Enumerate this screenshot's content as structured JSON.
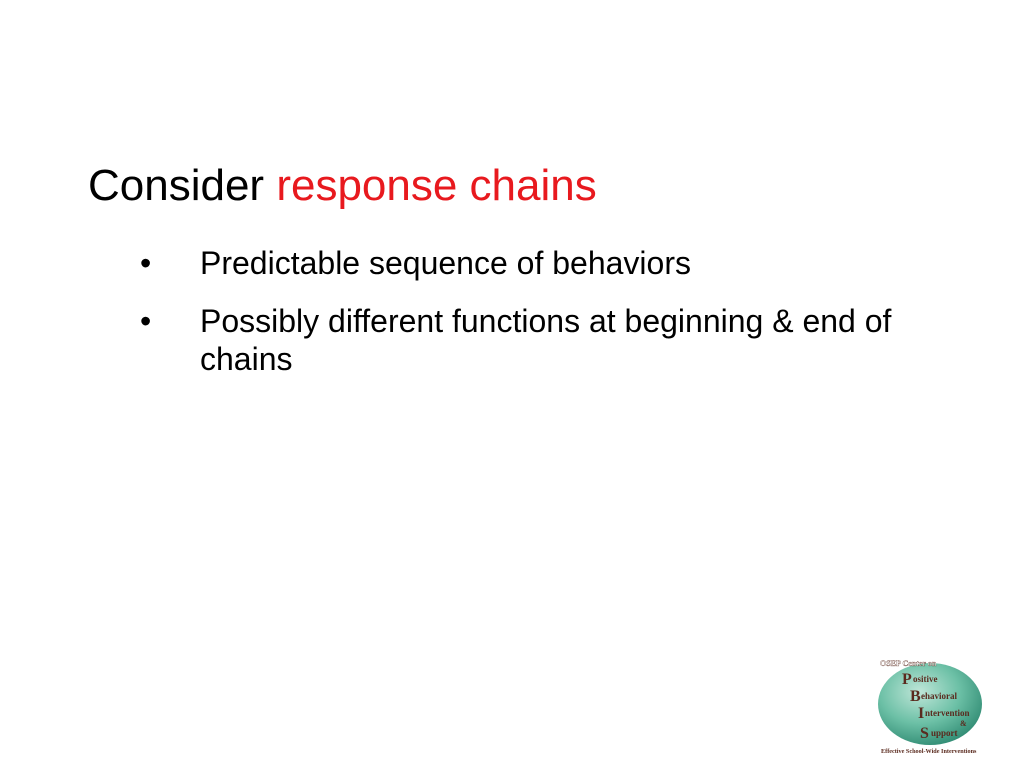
{
  "slide": {
    "heading_prefix": "Consider",
    "heading_accent": "response chains",
    "bullet_symbol": "•",
    "bullets": [
      "Predictable sequence of behaviors",
      "Possibly different functions at beginning & end of chains"
    ]
  },
  "logo": {
    "top_line": "OSEP Center on",
    "lines": [
      {
        "initial": "P",
        "rest": "ositive"
      },
      {
        "initial": "B",
        "rest": "ehavioral"
      },
      {
        "initial": "I",
        "rest": "ntervention"
      },
      {
        "initial": "",
        "rest": "&"
      },
      {
        "initial": "S",
        "rest": "upport"
      }
    ],
    "tagline": "Effective School-Wide Interventions"
  },
  "colors": {
    "accent": "#e8191e",
    "text": "#000000",
    "logo_fill": "#3fa58c",
    "logo_text": "#5a2a1e"
  }
}
